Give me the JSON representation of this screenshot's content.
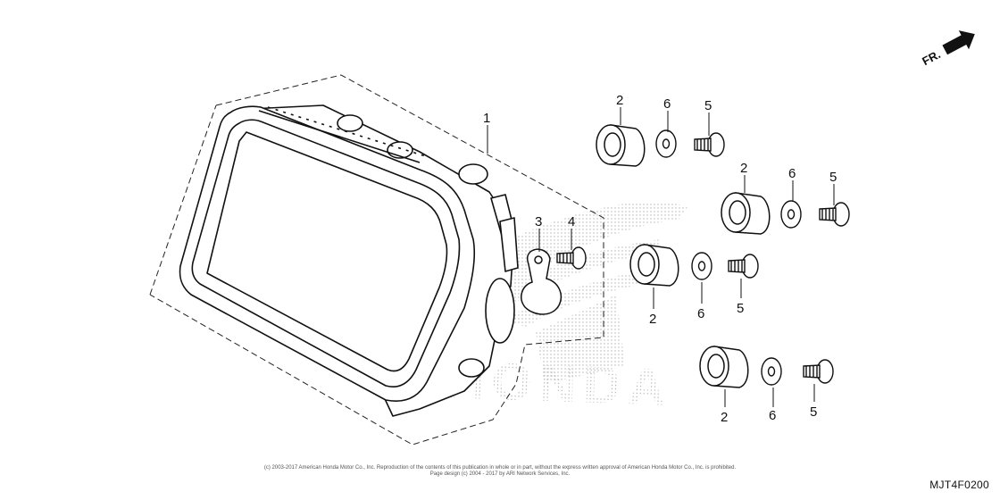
{
  "diagram": {
    "direction_label": "FR.",
    "diagram_code": "MJT4F0200",
    "copyright_line1": "(c) 2003-2017 American Honda Motor Co., Inc. Reproduction of the contents of this publication in whole or in part, without the express written approval of American Honda Motor Co., Inc. is prohibited.",
    "copyright_line2": "Page design (c) 2004 - 2017 by ARI Network Services, Inc.",
    "watermark_text": "HONDA",
    "labels": {
      "meter": "1",
      "grommet_a": "2",
      "grommet_b": "2",
      "grommet_c": "2",
      "grommet_d": "2",
      "clamp": "3",
      "screw_clamp": "4",
      "bolt_a": "5",
      "bolt_b": "5",
      "bolt_c": "5",
      "bolt_d": "5",
      "collar_a": "6",
      "collar_b": "6",
      "collar_c": "6",
      "collar_d": "6"
    }
  }
}
